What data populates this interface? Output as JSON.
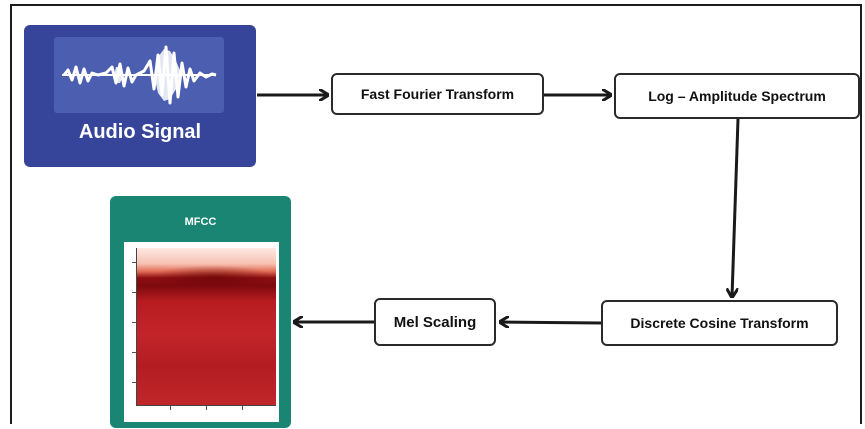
{
  "nodes": {
    "audio_signal": "Audio Signal",
    "fft": "Fast Fourier Transform",
    "log_amplitude": "Log – Amplitude Spectrum",
    "dct": "Discrete Cosine Transform",
    "mel": "Mel Scaling",
    "mfcc": "MFCC"
  },
  "colors": {
    "audio_box": "#36459a",
    "mfcc_box": "#1b8573",
    "heatmap_dark": "#8d0e12",
    "heatmap_light": "#fde9e3",
    "arrow": "#1a1a1a"
  },
  "icons": {
    "waveform": "audio-waveform-icon",
    "heatmap": "mfcc-spectrogram-heatmap"
  }
}
